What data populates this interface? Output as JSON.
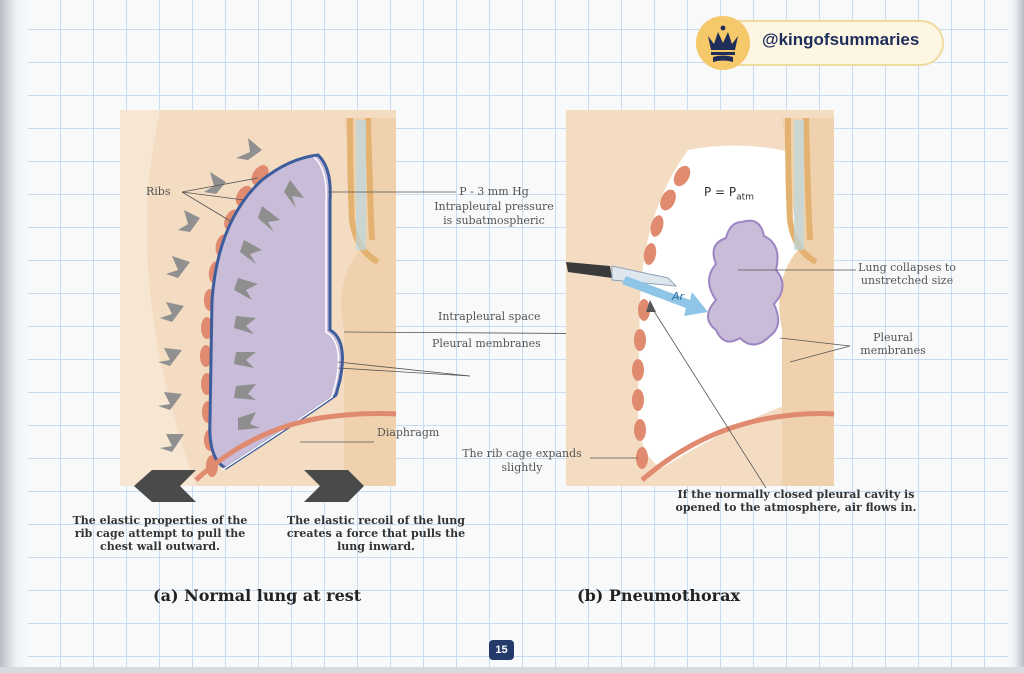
{
  "brand": {
    "handle": "@kingofsummaries"
  },
  "panel_a": {
    "labels": {
      "ribs": "Ribs",
      "pressure_value": "P - 3  mm Hg",
      "pressure_line1": "Intrapleural pressure",
      "pressure_line2": "is subatmospheric",
      "intrapleural_space": "Intrapleural space",
      "pleural_membranes": "Pleural membranes",
      "diaphragm": "Diaphragm"
    },
    "caption_left": [
      "The elastic properties of the",
      "rib cage attempt to pull the",
      "chest wall outward."
    ],
    "caption_right": [
      "The elastic recoil of the lung",
      "creates a force that pulls the",
      "lung inward."
    ],
    "title": "(a) Normal lung at rest"
  },
  "panel_b": {
    "labels": {
      "p_equals": "P = P",
      "p_sub": "atm",
      "air": "Ar",
      "collapse_line1": "Lung collapses to",
      "collapse_line2": "unstretched size",
      "pleural_line1": "Pleural",
      "pleural_line2": "membranes",
      "rib_line1": "The rib cage expands",
      "rib_line2": "slightly"
    },
    "caption": [
      "If the normally closed pleural cavity is",
      "opened to the atmosphere, air flows in."
    ],
    "title": "(b) Pneumothorax"
  },
  "page_number": "15",
  "colors": {
    "tissue": "#f3dcc2",
    "lung": "#c9bcd8",
    "rib": "#e08a70",
    "grid": "#c9dbee",
    "page_badge": "#233a6b"
  }
}
